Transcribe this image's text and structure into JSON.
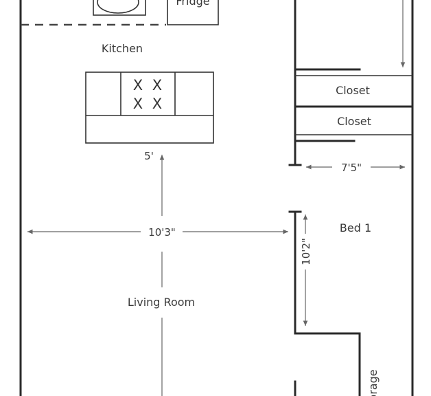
{
  "rooms": {
    "kitchen": "Kitchen",
    "living_room": "Living Room",
    "bed_1": "Bed 1",
    "closet_upper": "Closet",
    "closet_lower": "Closet",
    "fridge": "Fridge",
    "storage": "Storage"
  },
  "stove": {
    "burner_mark": "X"
  },
  "dimensions": {
    "kitchen_depth": "5'",
    "living_width": "10'3\"",
    "bed_width": "7'5\"",
    "bed_depth": "10'2\""
  }
}
